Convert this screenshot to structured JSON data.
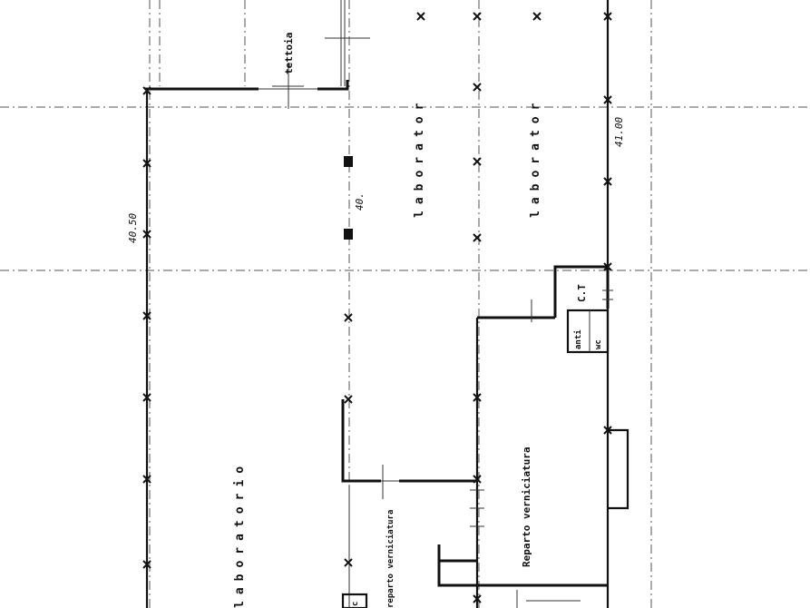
{
  "labels": {
    "tettoia": "tettoia",
    "laboratorio_upper_1": "laborator",
    "laboratorio_upper_2": "laborator",
    "laboratorio_main": "laboratorio",
    "reparto_verniciatura_main": "Reparto verniciatura",
    "reparto_verniciatura_small": "reparto verniciatura",
    "ct": "C.T",
    "anti": "anti",
    "wc": "wc",
    "c_small": "c"
  },
  "dimensions": {
    "left": "40.50",
    "middle": "40.",
    "right": "41.00"
  },
  "colors": {
    "ink": "#111111",
    "paper": "#ffffff"
  }
}
